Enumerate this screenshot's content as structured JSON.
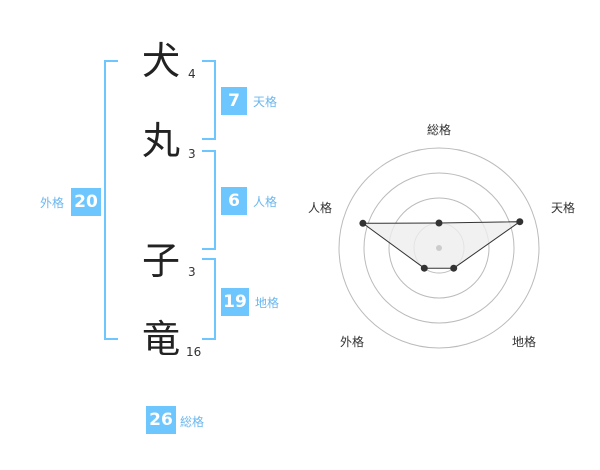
{
  "name_chars": [
    {
      "char": "犬",
      "strokes": "4"
    },
    {
      "char": "丸",
      "strokes": "3"
    },
    {
      "char": "子",
      "strokes": "3"
    },
    {
      "char": "竜",
      "strokes": "16"
    }
  ],
  "kakusu": {
    "tenkaku": {
      "value": "7",
      "label": "天格"
    },
    "jinkaku": {
      "value": "6",
      "label": "人格"
    },
    "chikaku": {
      "value": "19",
      "label": "地格"
    },
    "gaikaku": {
      "value": "20",
      "label": "外格"
    },
    "soukaku": {
      "value": "26",
      "label": "総格"
    }
  },
  "radar": {
    "labels": {
      "top": "総格",
      "right": "天格",
      "bottom_right": "地格",
      "bottom_left": "外格",
      "left": "人格"
    },
    "levels": 4,
    "values": {
      "soukaku": 0.25,
      "tenkaku": 0.85,
      "chikaku": 0.25,
      "gaikaku": 0.25,
      "jinkaku": 0.8
    },
    "colors": {
      "polygon_fill": "#eeeeee",
      "polygon_stroke": "#333333",
      "grid": "#bbbbbb",
      "center": "#cccccc"
    }
  }
}
